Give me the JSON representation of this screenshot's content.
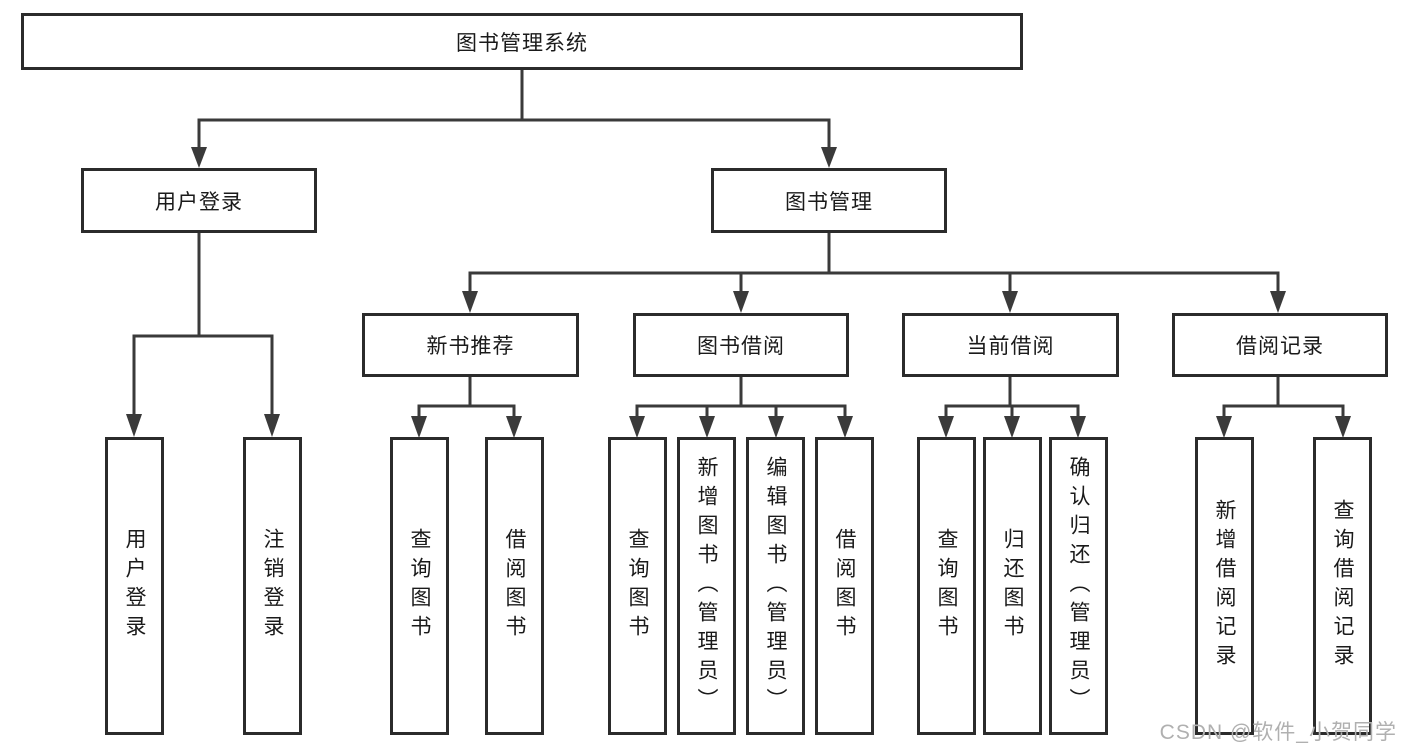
{
  "tree": {
    "root": {
      "label": "图书管理系统"
    },
    "branches": [
      {
        "label": "用户登录",
        "children": [
          {
            "label": "用户登录"
          },
          {
            "label": "注销登录"
          }
        ]
      },
      {
        "label": "图书管理",
        "children": [
          {
            "label": "新书推荐",
            "children": [
              {
                "label": "查询图书"
              },
              {
                "label": "借阅图书"
              }
            ]
          },
          {
            "label": "图书借阅",
            "children": [
              {
                "label": "查询图书"
              },
              {
                "label": "新增图书（管理员）"
              },
              {
                "label": "编辑图书（管理员）"
              },
              {
                "label": "借阅图书"
              }
            ]
          },
          {
            "label": "当前借阅",
            "children": [
              {
                "label": "查询图书"
              },
              {
                "label": "归还图书"
              },
              {
                "label": "确认归还（管理员）"
              }
            ]
          },
          {
            "label": "借阅记录",
            "children": [
              {
                "label": "新增借阅记录"
              },
              {
                "label": "查询借阅记录"
              }
            ]
          }
        ]
      }
    ]
  },
  "watermark": {
    "text": "CSDN @软件_小贺同学"
  },
  "colors": {
    "line": "#3a3a3a",
    "box_border": "#2b2b2b",
    "text": "#1a1a1a",
    "watermark": "#b0b0b0",
    "background": "#ffffff"
  }
}
